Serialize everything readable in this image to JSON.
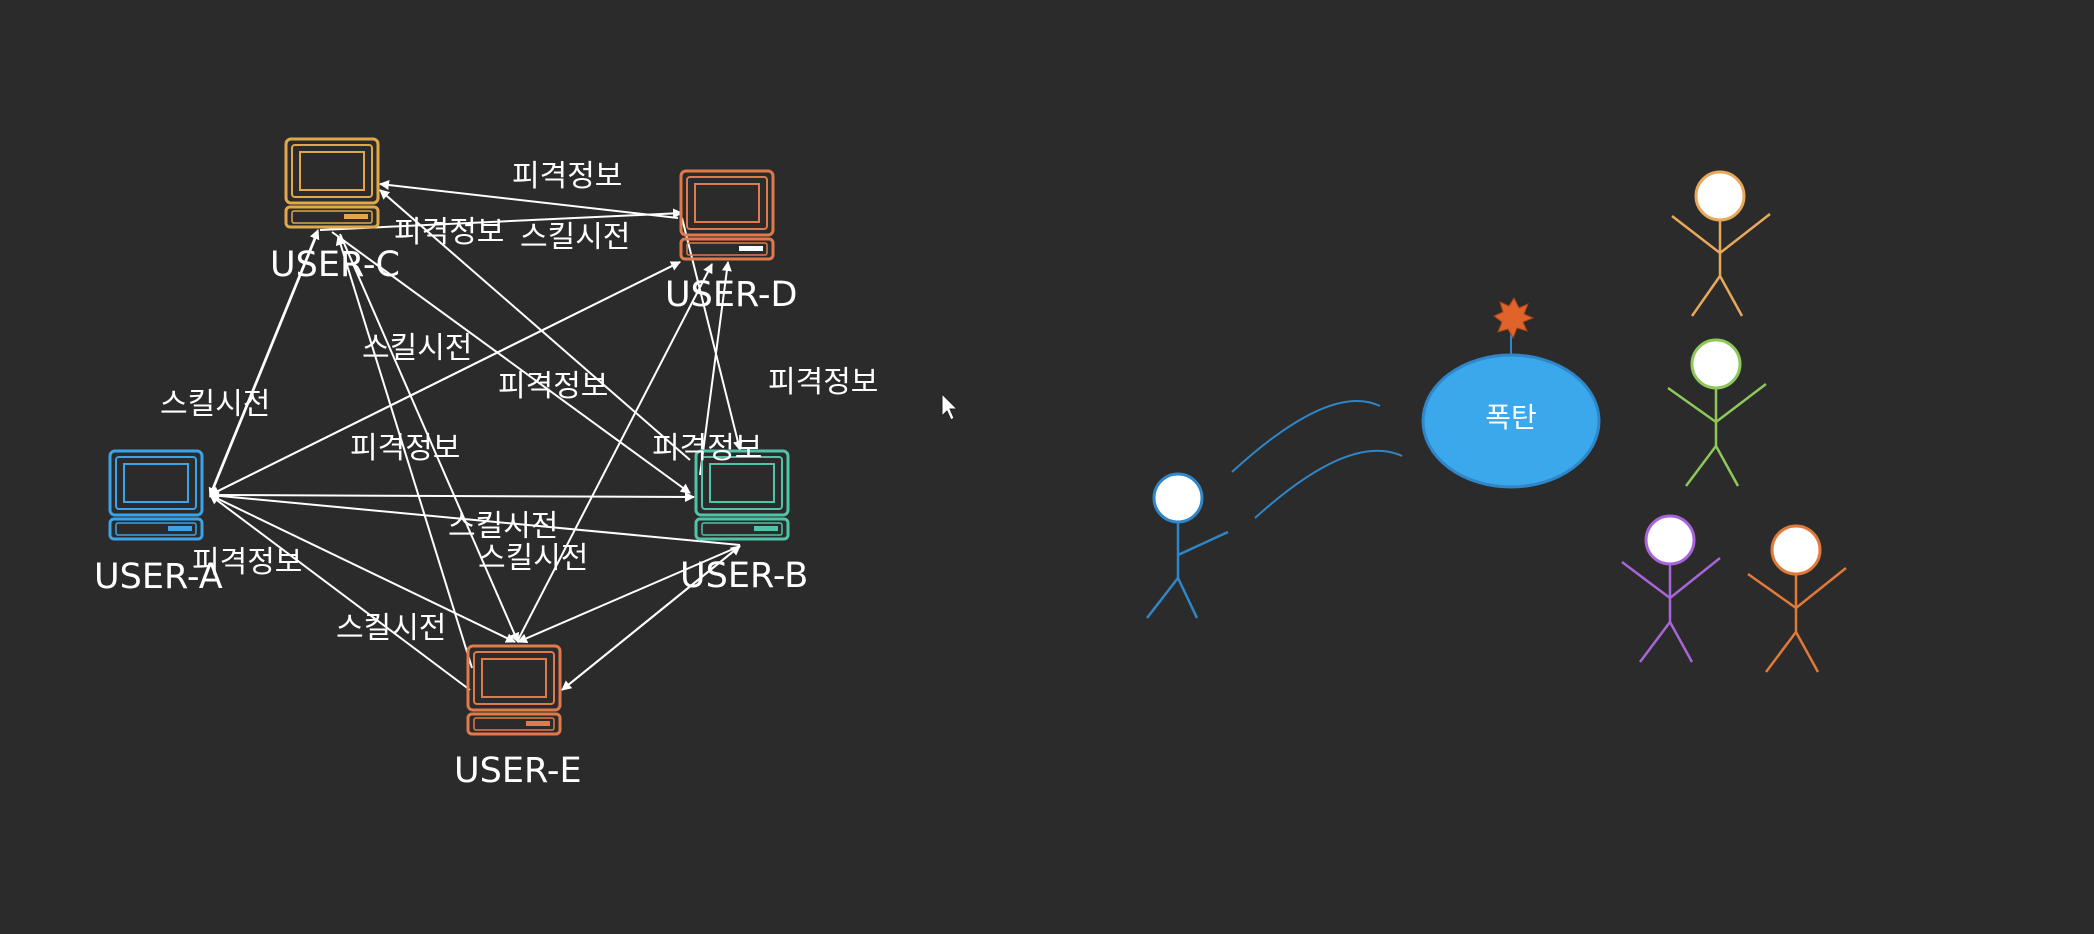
{
  "network": {
    "nodes": {
      "user_a": {
        "label": "USER-A",
        "color": "#3ba3e8"
      },
      "user_b": {
        "label": "USER-B",
        "color": "#4fc4a8"
      },
      "user_c": {
        "label": "USER-C",
        "color": "#e0a84a"
      },
      "user_d": {
        "label": "USER-D",
        "color": "#e07a4a"
      },
      "user_e": {
        "label": "USER-E",
        "color": "#e07a4a"
      }
    },
    "edge_labels": [
      "피격정보",
      "피격정보",
      "스킬시전",
      "스킬시전",
      "피격정보",
      "피격정보",
      "피격정보",
      "피격정보",
      "스킬시전",
      "스킬시전",
      "피격정보",
      "스킬시전",
      "스킬시전"
    ],
    "edge_color": "#ffffff"
  },
  "scene": {
    "bomb_label": "폭탄",
    "bomb_color": "#3aa8ea",
    "fuse_spark_color": "#e0642a",
    "thrower_color": "#2f86c8",
    "throw_trail_color": "#2f86c8",
    "stick_figure_colors": [
      "#e8a85a",
      "#8fc85a",
      "#a865d8",
      "#e07a3a"
    ]
  },
  "cursor_icon": "mouse-pointer-icon"
}
